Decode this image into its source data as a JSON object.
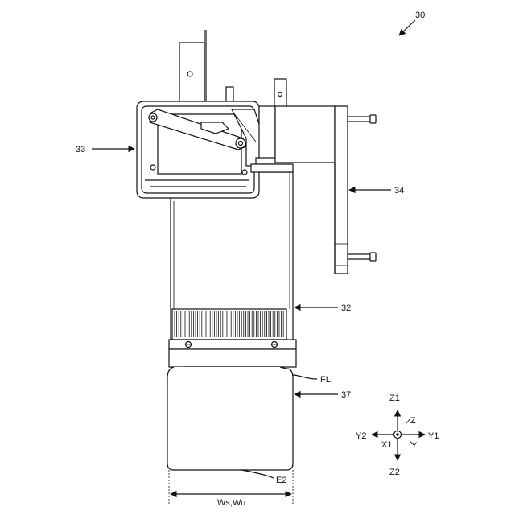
{
  "figure_number": "30",
  "labels": {
    "holder": "33",
    "bracket": "34",
    "body": "32",
    "flange": "FL",
    "unit": "37",
    "edge": "E2",
    "width": "Ws,Wu"
  },
  "axes": {
    "z1": "Z1",
    "z2": "Z2",
    "y1": "Y1",
    "y2": "Y2",
    "x1": "X1",
    "z": "Z",
    "y": "Y"
  }
}
